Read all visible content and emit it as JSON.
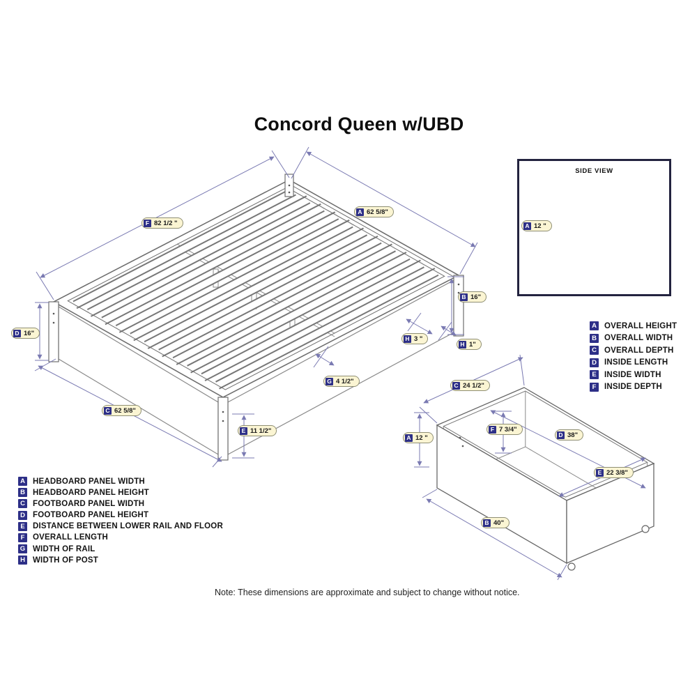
{
  "title": "Concord Queen w/UBD",
  "note": "Note:  These dimensions are approximate and subject to change without notice.",
  "side_view": {
    "title": "SIDE VIEW",
    "dim": {
      "letter": "A",
      "value": "12 \""
    }
  },
  "bed_dims": {
    "F": {
      "letter": "F",
      "value": "82 1/2 \""
    },
    "A": {
      "letter": "A",
      "value": "62 5/8\""
    },
    "B": {
      "letter": "B",
      "value": "16\""
    },
    "H3": {
      "letter": "H",
      "value": "3 \""
    },
    "H1": {
      "letter": "H",
      "value": "1\""
    },
    "D": {
      "letter": "D",
      "value": "16\""
    },
    "G": {
      "letter": "G",
      "value": "4 1/2\""
    },
    "C": {
      "letter": "C",
      "value": "62 5/8\""
    },
    "E": {
      "letter": "E",
      "value": "11 1/2\""
    }
  },
  "drawer_dims": {
    "C": {
      "letter": "C",
      "value": "24 1/2\""
    },
    "A": {
      "letter": "A",
      "value": "12 \""
    },
    "F": {
      "letter": "F",
      "value": "7 3/4\""
    },
    "D": {
      "letter": "D",
      "value": "38\""
    },
    "E": {
      "letter": "E",
      "value": "22 3/8\""
    },
    "B": {
      "letter": "B",
      "value": "40\""
    }
  },
  "legend_dims": {
    "items": [
      {
        "letter": "A",
        "text": "OVERALL HEIGHT"
      },
      {
        "letter": "B",
        "text": "OVERALL WIDTH"
      },
      {
        "letter": "C",
        "text": "OVERALL DEPTH"
      },
      {
        "letter": "D",
        "text": "INSIDE LENGTH"
      },
      {
        "letter": "E",
        "text": "INSIDE WIDTH"
      },
      {
        "letter": "F",
        "text": "INSIDE DEPTH"
      }
    ]
  },
  "legend_parts": {
    "items": [
      {
        "letter": "A",
        "text": "HEADBOARD PANEL WIDTH"
      },
      {
        "letter": "B",
        "text": "HEADBOARD PANEL HEIGHT"
      },
      {
        "letter": "C",
        "text": "FOOTBOARD PANEL WIDTH"
      },
      {
        "letter": "D",
        "text": "FOOTBOARD PANEL HEIGHT"
      },
      {
        "letter": "E",
        "text": "DISTANCE BETWEEN LOWER RAIL AND FLOOR"
      },
      {
        "letter": "F",
        "text": "OVERALL LENGTH"
      },
      {
        "letter": "G",
        "text": "WIDTH OF RAIL"
      },
      {
        "letter": "H",
        "text": "WIDTH OF POST"
      }
    ]
  },
  "colors": {
    "badge_navy": "#2d2f87",
    "pill_bg": "#fbf5d3",
    "dim_line": "#7a7ab2",
    "frame_line": "#6e6e6e"
  }
}
